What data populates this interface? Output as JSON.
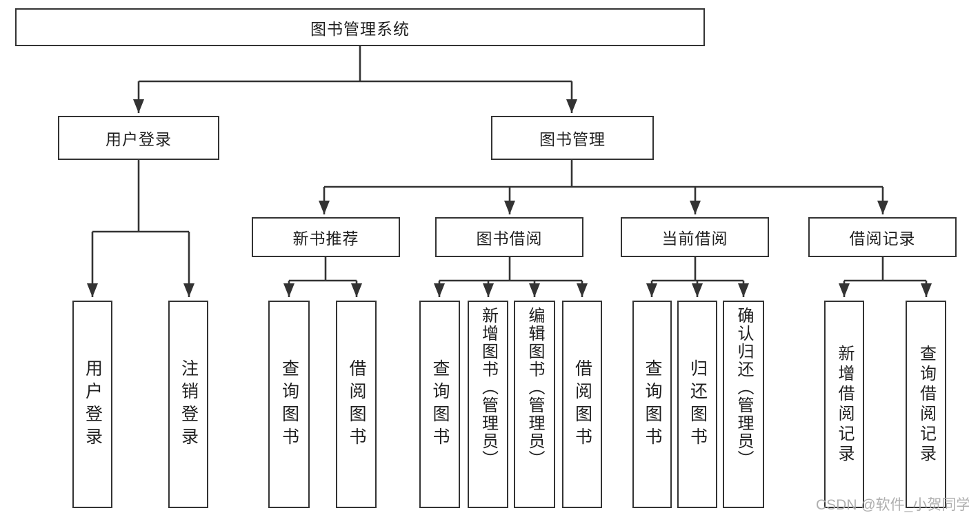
{
  "diagram": {
    "root": {
      "label": "图书管理系统"
    },
    "level2": [
      {
        "label": "用户登录"
      },
      {
        "label": "图书管理"
      }
    ],
    "level3": [
      {
        "label": "新书推荐"
      },
      {
        "label": "图书借阅"
      },
      {
        "label": "当前借阅"
      },
      {
        "label": "借阅记录"
      }
    ],
    "leaves": {
      "user_login": [
        "用户登录",
        "注销登录"
      ],
      "new_book": [
        "查询图书",
        "借阅图书"
      ],
      "book_borrow": [
        "查询图书",
        "新增图书（管理员）",
        "编辑图书（管理员）",
        "借阅图书"
      ],
      "current_borrow": [
        "查询图书",
        "归还图书",
        "确认归还（管理员）"
      ],
      "borrow_record": [
        "新增借阅记录",
        "查询借阅记录"
      ]
    }
  },
  "watermark": "CSDN @软件_小贺同学",
  "colors": {
    "line": "#333333",
    "box_border": "#333333",
    "text": "#1f1f1f",
    "watermark": "#a8a8a8",
    "background": "#ffffff"
  }
}
